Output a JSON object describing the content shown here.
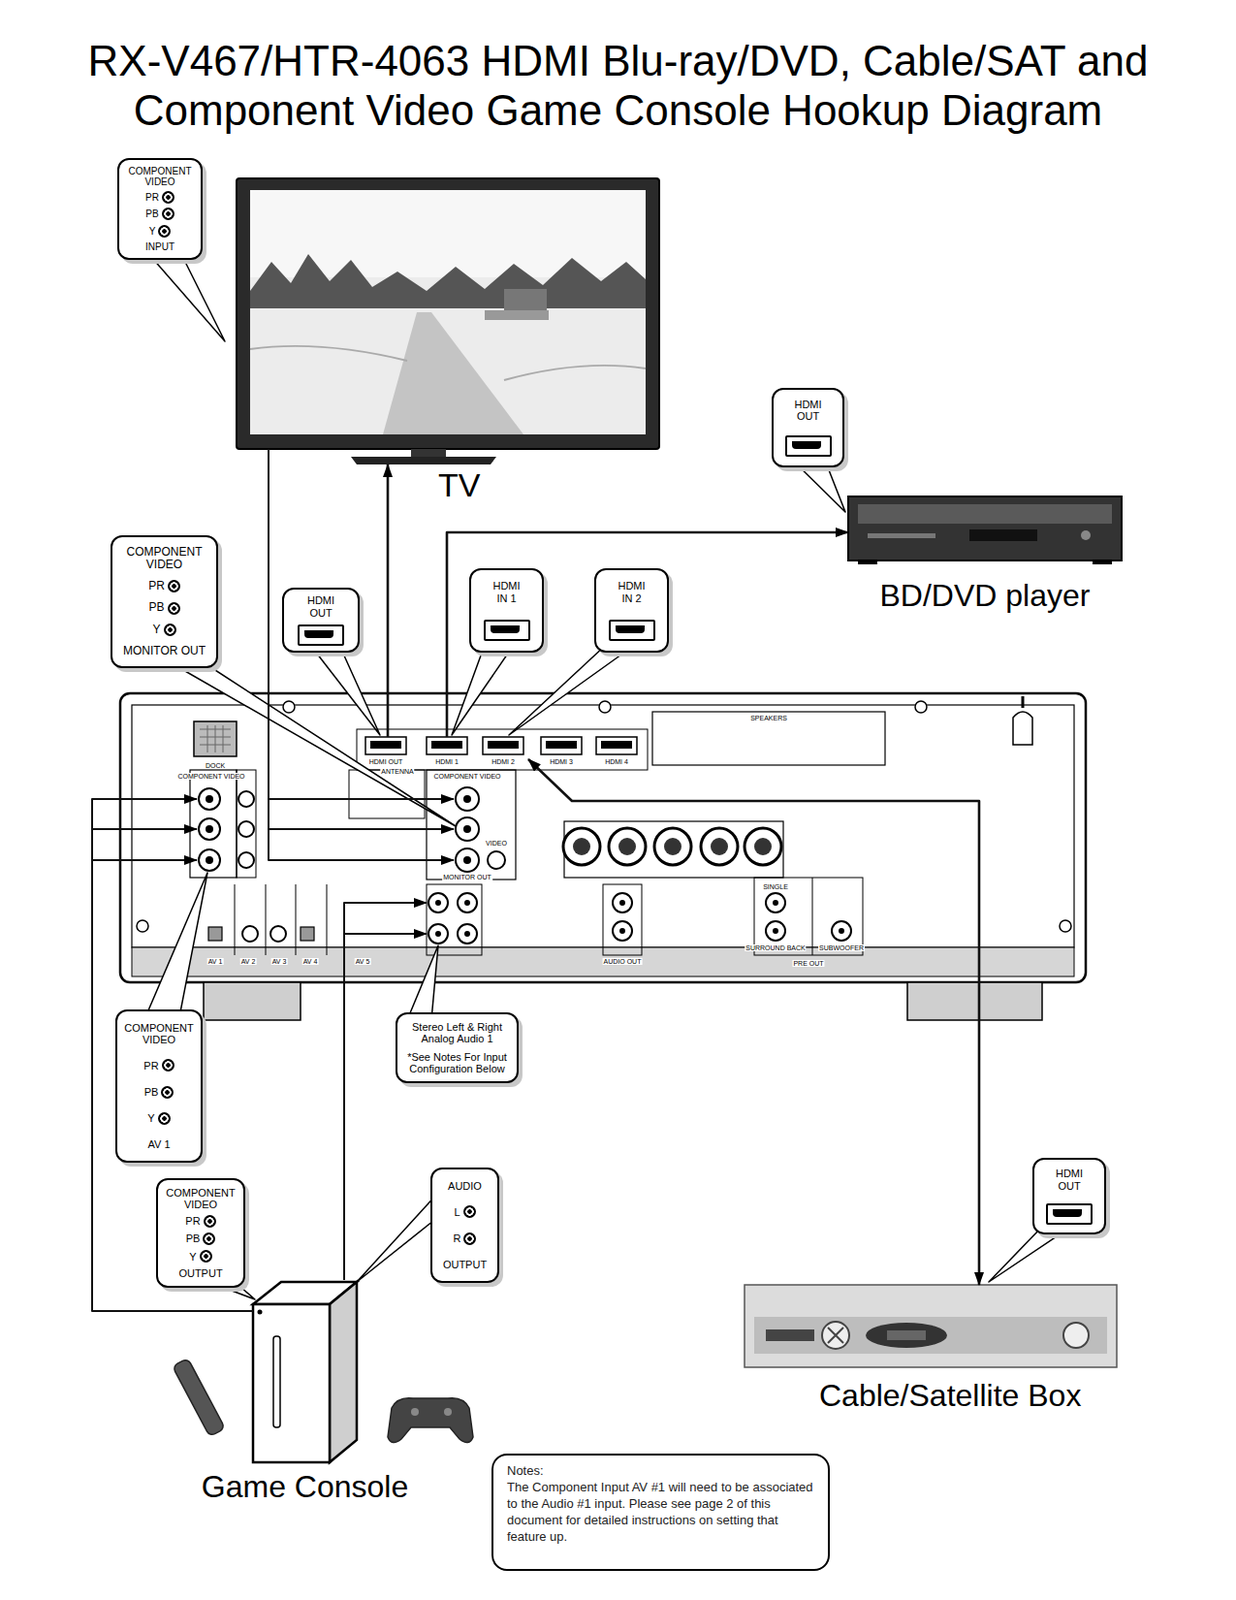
{
  "diagram": {
    "title": "RX-V467/HTR-4063 HDMI Blu-ray/DVD, Cable/SAT and Component Video Game Console Hookup Diagram",
    "nodes": [
      {
        "text": [
          "COMPONENT VIDEO",
          "PR",
          "PB",
          "Y",
          "INPUT"
        ]
      },
      {
        "text": [
          "TV"
        ]
      },
      {
        "text": [
          "HDMI OUT"
        ]
      },
      {
        "text": [
          "BD/DVD player"
        ]
      },
      {
        "text": [
          "COMPONENT VIDEO",
          "PR",
          "PB",
          "Y",
          "MONITOR OUT"
        ]
      },
      {
        "text": [
          "HDMI IN 1"
        ]
      },
      {
        "text": [
          "HDMI IN 2"
        ]
      },
      {
        "text": [
          "HDMI OUT"
        ]
      },
      {
        "text": [
          "DOCK",
          "HDMI OUT",
          "HDMI 1",
          "HDMI 2",
          "HDMI 3",
          "HDMI 4",
          "SPEAKERS",
          "ANTENNA",
          "COMPONENT VIDEO",
          "MONITOR OUT",
          "VIDEO",
          "COMPONENT VIDEO",
          "AV 1",
          "AV 2",
          "AV 3",
          "AV 4",
          "AV 5",
          "AUDIO OUT",
          "PRE OUT",
          "SUBWOOFER",
          "SURROUND BACK",
          "SINGLE"
        ]
      },
      {
        "text": [
          "COMPONENT VIDEO",
          "PR",
          "PB",
          "Y",
          "AV 1"
        ]
      },
      {
        "text": [
          "Stereo Left & Right Analog Audio 1",
          "*See Notes For Input Configuration Below"
        ]
      },
      {
        "text": [
          "HDMI OUT"
        ]
      },
      {
        "text": [
          "AUDIO",
          "L",
          "R",
          "OUTPUT"
        ]
      },
      {
        "text": [
          "COMPONENT VIDEO",
          "PR",
          "PB",
          "Y",
          "OUTPUT"
        ]
      },
      {
        "text": [
          "Game Console"
        ]
      },
      {
        "text": [
          "Cable/Satellite Box"
        ]
      },
      {
        "text": [
          "Notes:",
          "The Component Input AV #1 will need to be associated to the Audio #1 input. Please see page 2 of this document for detailed instructions on setting that feature up."
        ]
      }
    ],
    "edges": [
      {
        "from": 8,
        "to": 1,
        "arrow": "to"
      },
      {
        "from": 8,
        "to": 3,
        "arrow": "to"
      },
      {
        "from": 15,
        "to": 8,
        "arrow": "both"
      },
      {
        "from": 1,
        "to": 8,
        "arrow": "to"
      },
      {
        "from": 14,
        "to": 8,
        "arrow": "to"
      },
      {
        "from": 14,
        "to": 8,
        "arrow": "to"
      }
    ]
  }
}
